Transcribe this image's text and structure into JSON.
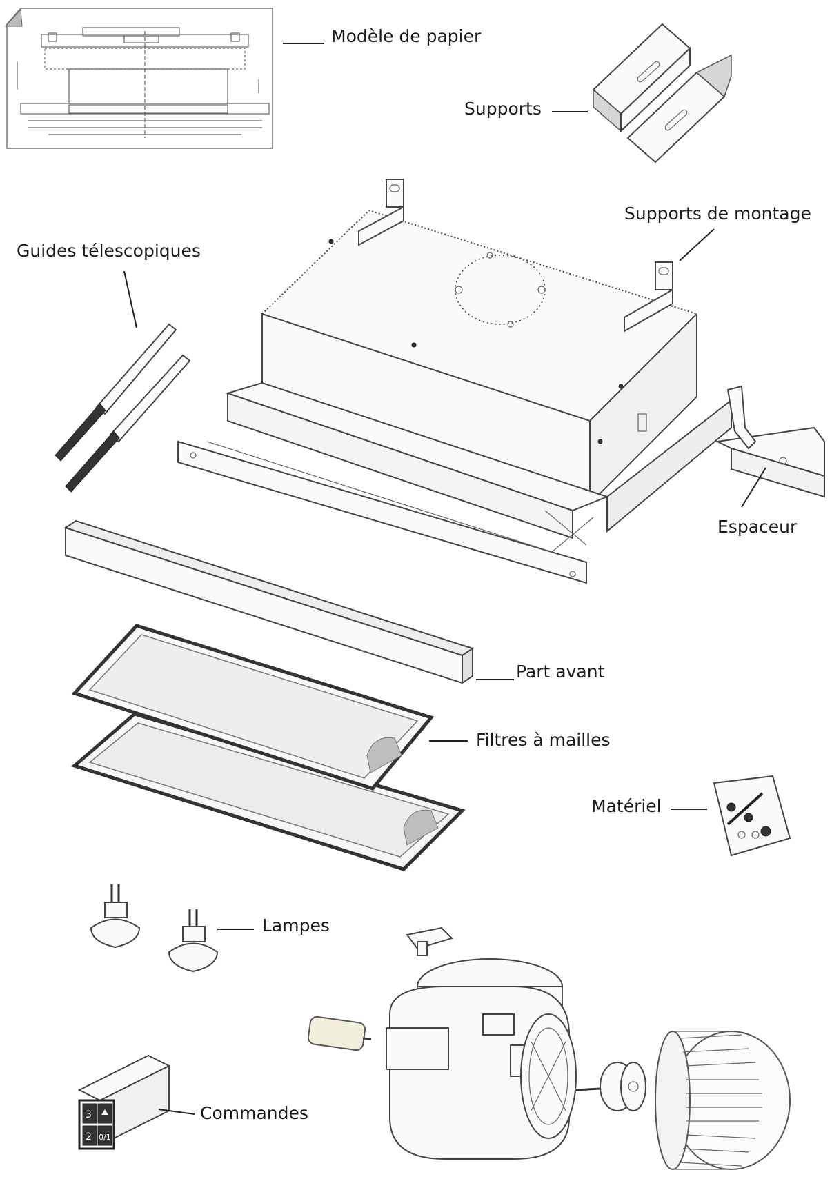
{
  "labels": {
    "paper_template": "Modèle de papier",
    "supports": "Supports",
    "mounting_brackets": "Supports de montage",
    "telescopic_guides": "Guides télescopiques",
    "spacer": "Espaceur",
    "front_part": "Part avant",
    "mesh_filters": "Filtres à mailles",
    "hardware": "Matériel",
    "lamps": "Lampes",
    "controls": "Commandes"
  },
  "control_panel_keys": [
    "3",
    "2",
    "0/1"
  ]
}
